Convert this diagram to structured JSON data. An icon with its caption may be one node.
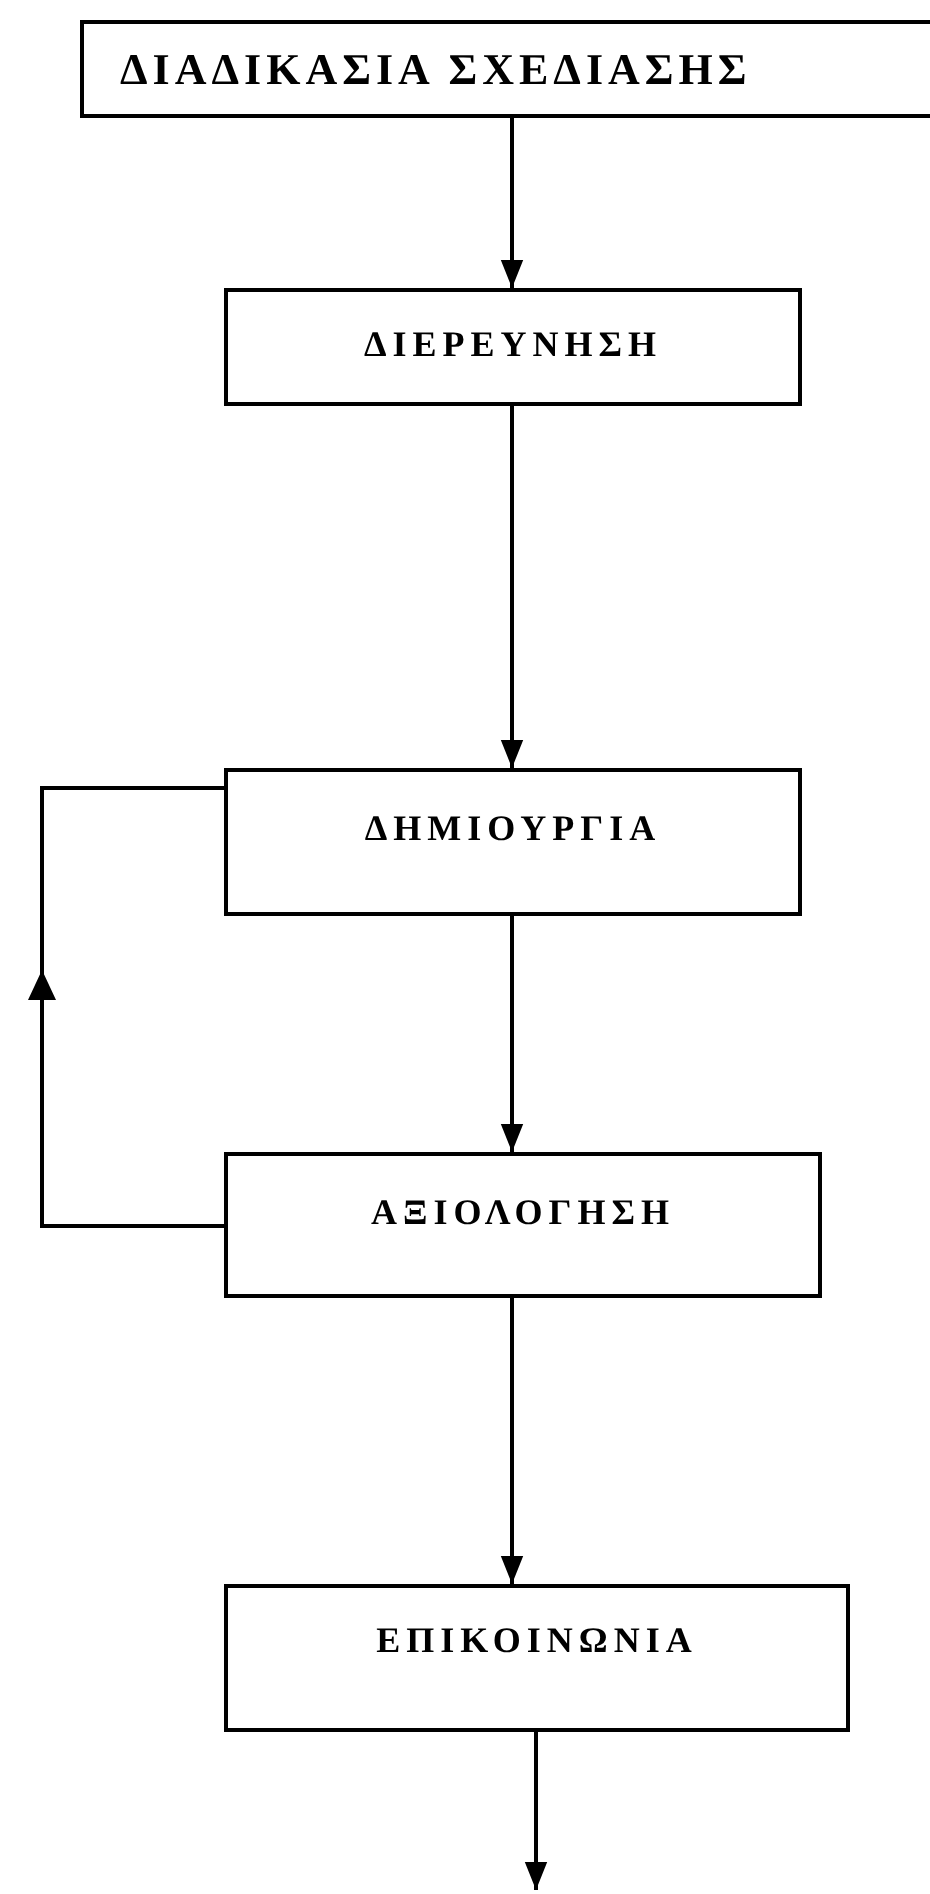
{
  "diagram": {
    "nodes": [
      {
        "text": [
          "ΔΙΑΔΙΚΑΣΙΑ ΣΧΕΔΙΑΣΗΣ"
        ]
      },
      {
        "text": [
          "ΔΙΕΡΕΥΝΗΣΗ"
        ]
      },
      {
        "text": [
          "ΔΗΜΙΟΥΡΓΙΑ"
        ]
      },
      {
        "text": [
          "ΑΞΙΟΛΟΓΗΣΗ"
        ]
      },
      {
        "text": [
          "ΕΠΙΚΟΙΝΩΝΙΑ"
        ]
      }
    ],
    "edges": [
      {
        "from": 0,
        "to": 1,
        "arrow": "to"
      },
      {
        "from": 1,
        "to": 2,
        "arrow": "to"
      },
      {
        "from": 2,
        "to": 3,
        "arrow": "to"
      },
      {
        "from": 3,
        "to": 2,
        "arrow": "to"
      },
      {
        "from": 3,
        "to": 4,
        "arrow": "to"
      },
      {
        "from": 4,
        "to": null,
        "arrow": "to"
      }
    ]
  }
}
